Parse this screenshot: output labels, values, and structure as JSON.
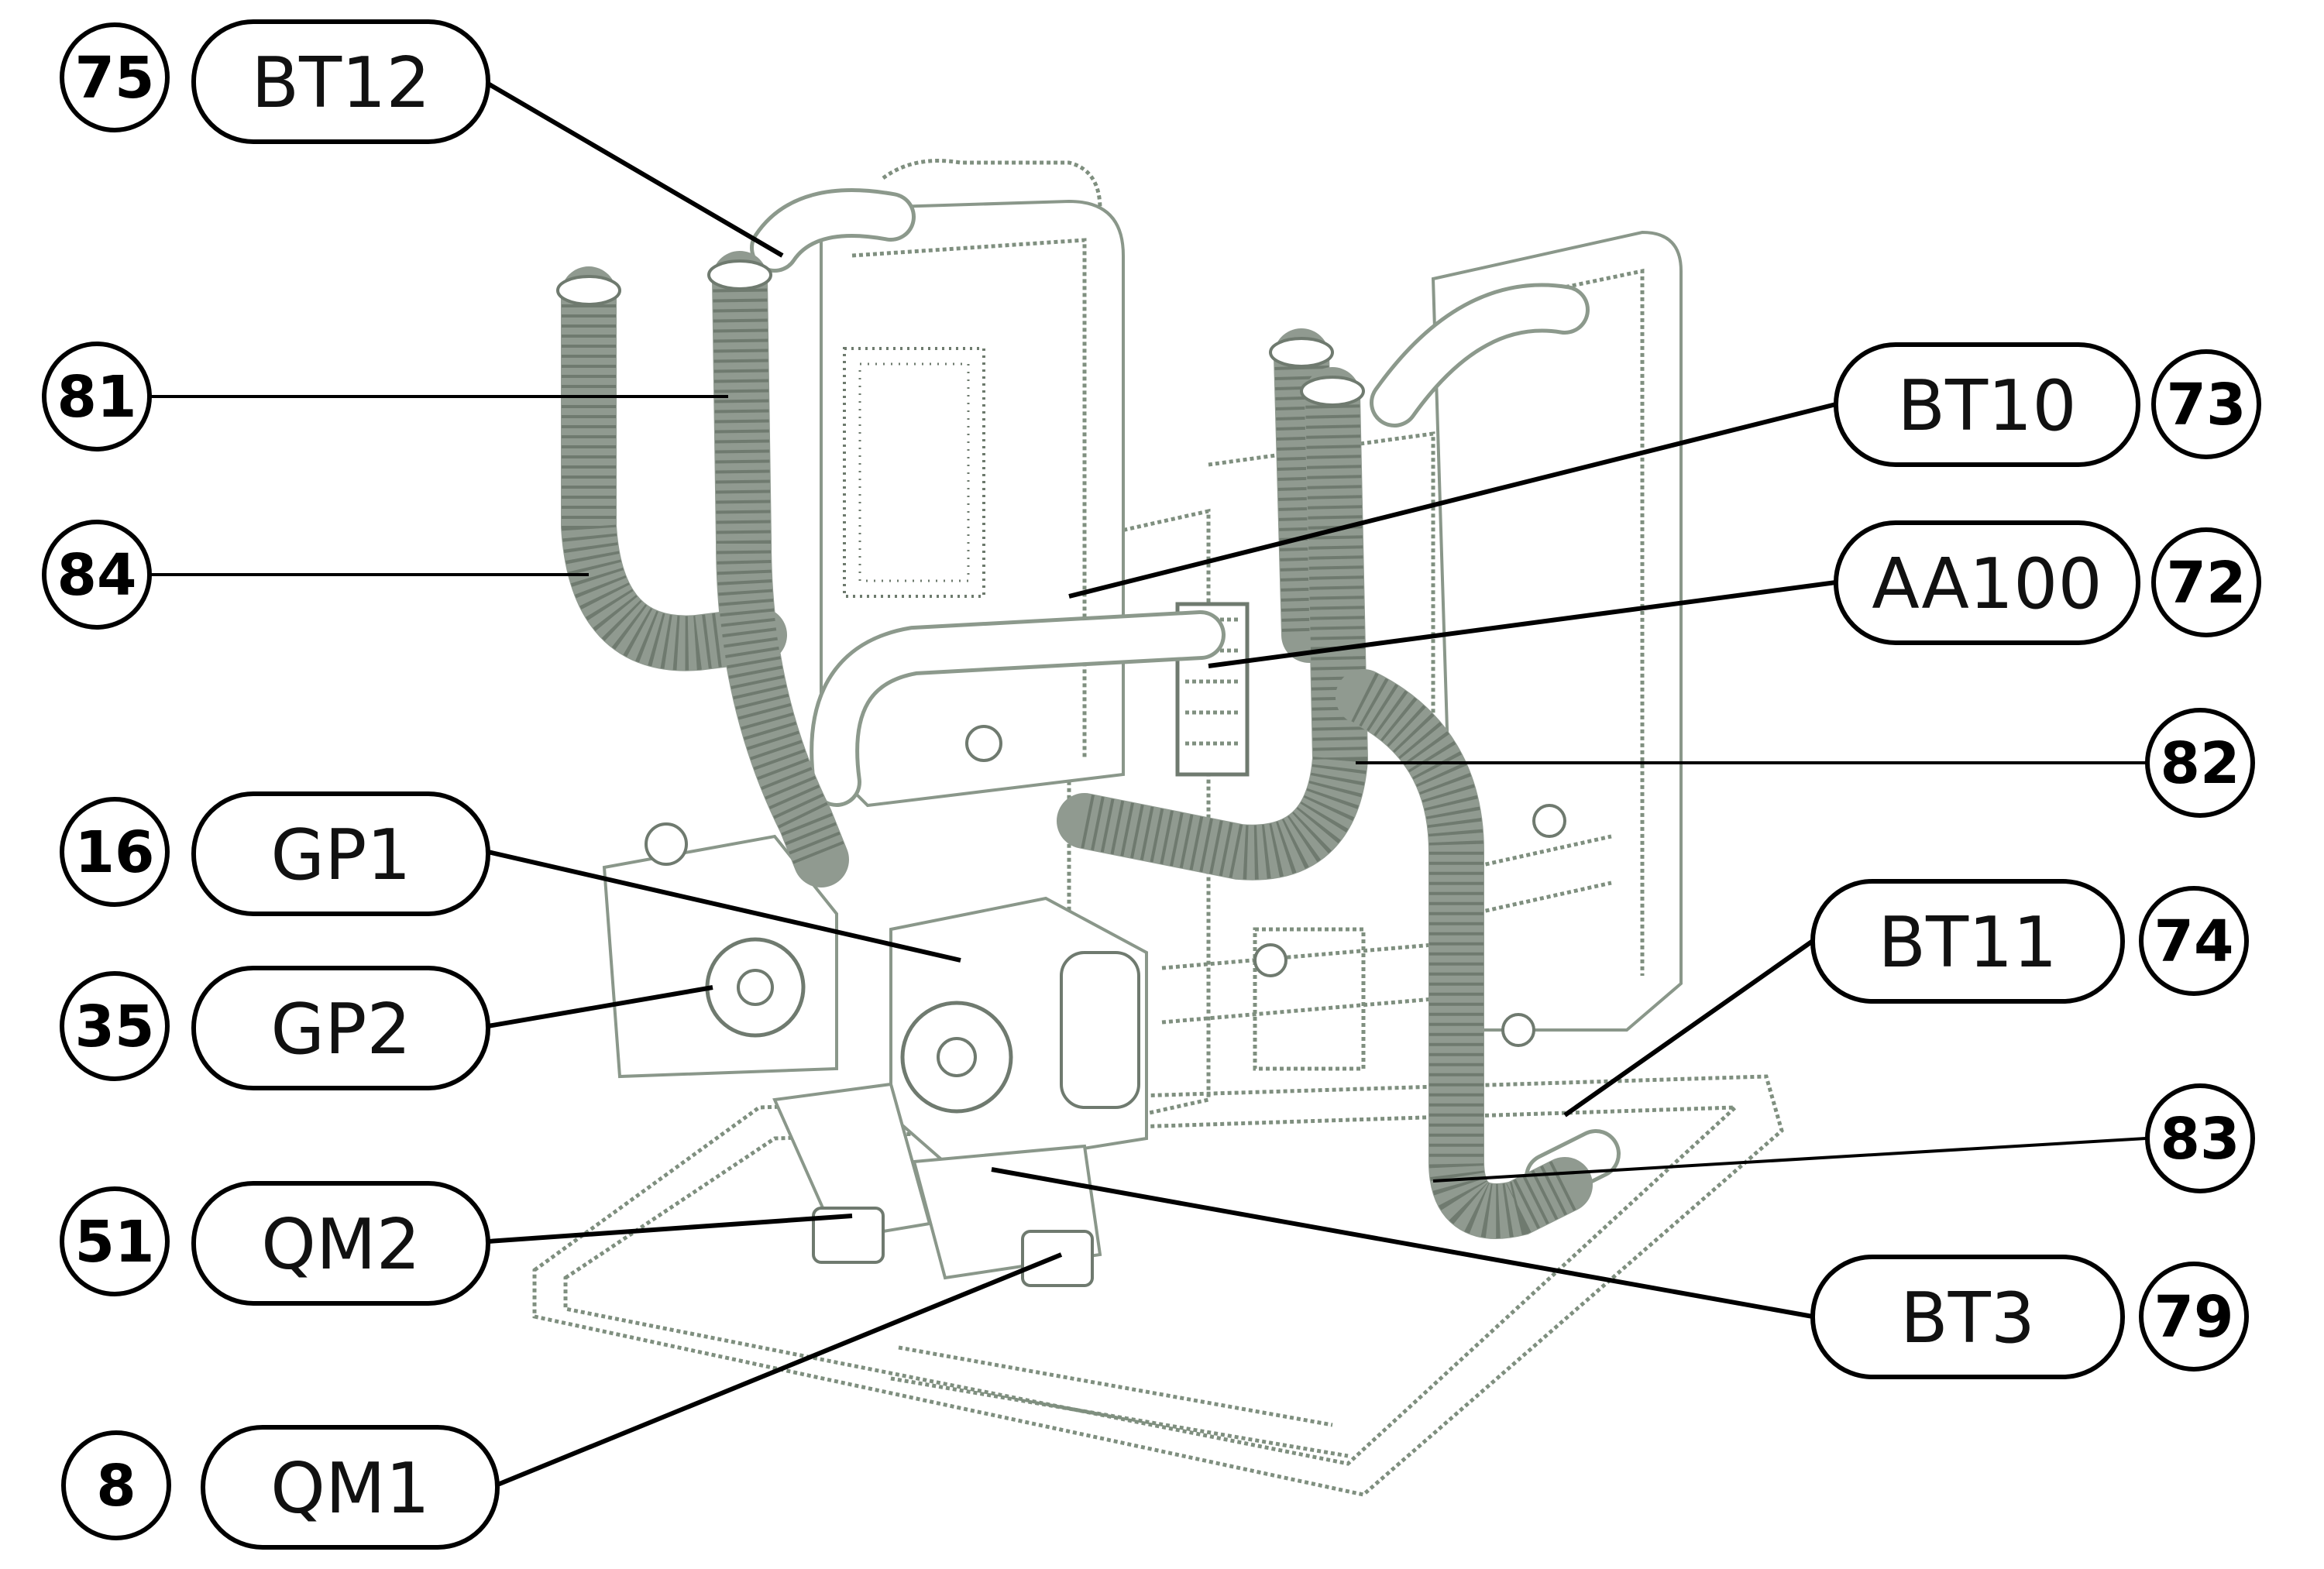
{
  "labels": {
    "bt12": {
      "code": "BT12",
      "number": "75"
    },
    "n81": {
      "number": "81"
    },
    "n84": {
      "number": "84"
    },
    "gp1": {
      "code": "GP1",
      "number": "16"
    },
    "gp2": {
      "code": "GP2",
      "number": "35"
    },
    "qm2": {
      "code": "QM2",
      "number": "51"
    },
    "qm1": {
      "code": "QM1",
      "number": "8"
    },
    "bt10": {
      "code": "BT10",
      "number": "73"
    },
    "aa100": {
      "code": "AA100",
      "number": "72"
    },
    "n82": {
      "number": "82"
    },
    "bt11": {
      "code": "BT11",
      "number": "74"
    },
    "n83": {
      "number": "83"
    },
    "bt3": {
      "code": "BT3",
      "number": "79"
    }
  }
}
